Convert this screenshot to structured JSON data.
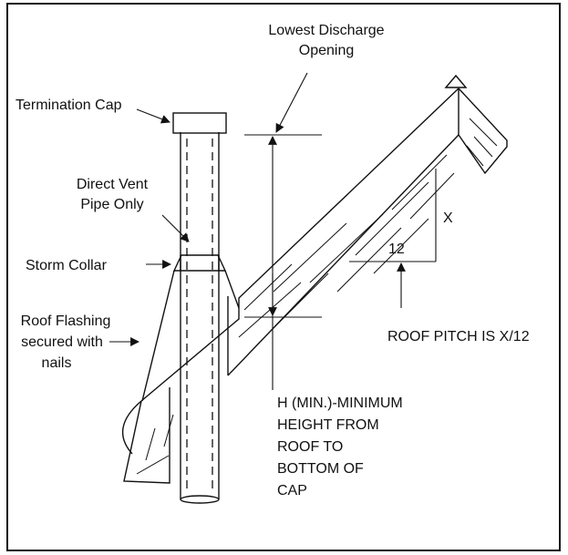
{
  "labels": {
    "lowest_discharge_line1": "Lowest Discharge",
    "lowest_discharge_line2": "Opening",
    "termination_cap": "Termination Cap",
    "direct_vent_line1": "Direct Vent",
    "direct_vent_line2": "Pipe Only",
    "storm_collar": "Storm Collar",
    "roof_flashing_line1": "Roof Flashing",
    "roof_flashing_line2": "secured with",
    "roof_flashing_line3": "nails",
    "x": "X",
    "twelve": "12",
    "roof_pitch": "ROOF PITCH IS X/12",
    "h_line1": "H (MIN.)-MINIMUM",
    "h_line2": "HEIGHT FROM",
    "h_line3": "ROOF TO",
    "h_line4": "BOTTOM OF",
    "h_line5": "CAP"
  },
  "colors": {
    "ink": "#111111",
    "background": "#ffffff"
  }
}
